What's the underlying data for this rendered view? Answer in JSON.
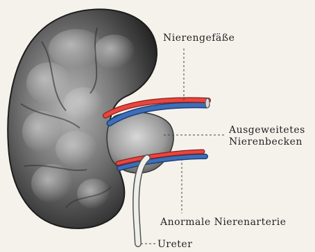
{
  "figure": {
    "labels": {
      "vessels": "Nierengefäße",
      "pelvis_line1": "Ausgeweitetes",
      "pelvis_line2": "Nierenbecken",
      "artery": "Anormale Nierenarterie",
      "ureter": "Ureter"
    },
    "colors": {
      "background": "#f5f2ec",
      "kidney_dark": "#2a2a2a",
      "kidney_light": "#bdbdbd",
      "artery_red": "#e8463f",
      "vein_blue": "#3d6fb8",
      "ureter_white": "#eeeeea",
      "leader_line": "#444444"
    }
  }
}
